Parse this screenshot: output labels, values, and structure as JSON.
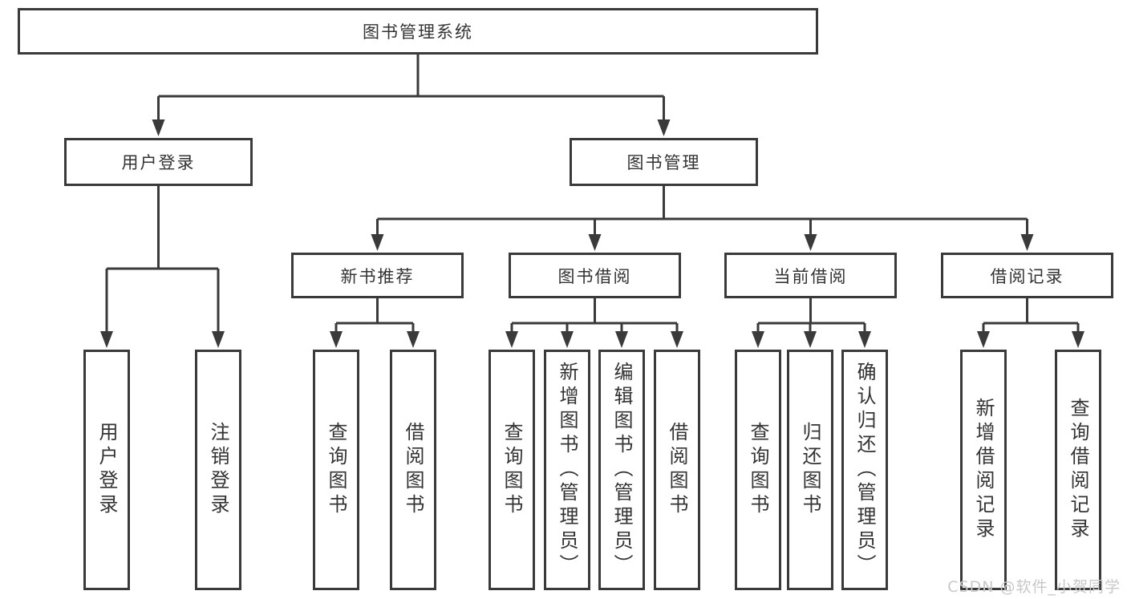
{
  "diagram": {
    "root_label": "图书管理系统",
    "level2": {
      "user_login": {
        "label": "用户登录"
      },
      "book_management": {
        "label": "图书管理"
      }
    },
    "level3": {
      "new_book_recommend": {
        "label": "新书推荐"
      },
      "book_borrowing": {
        "label": "图书借阅"
      },
      "current_borrowing": {
        "label": "当前借阅"
      },
      "borrowing_records": {
        "label": "借阅记录"
      }
    },
    "leaves": {
      "user_login_children": [
        "用户登录",
        "注销登录"
      ],
      "new_book_recommend_children": [
        "查询图书",
        "借阅图书"
      ],
      "book_borrowing_children": [
        "查询图书",
        "新增图书（管理员）",
        "编辑图书（管理员）",
        "借阅图书"
      ],
      "current_borrowing_children": [
        "查询图书",
        "归还图书",
        "确认归还（管理员）"
      ],
      "borrowing_records_children": [
        "新增借阅记录",
        "查询借阅记录"
      ]
    },
    "colors": {
      "line": "#3a3a3a",
      "text": "#333333",
      "box_background": "#ffffff",
      "watermark": "#c8c8c8"
    }
  },
  "watermark": "CSDN @软件_小贺同学"
}
